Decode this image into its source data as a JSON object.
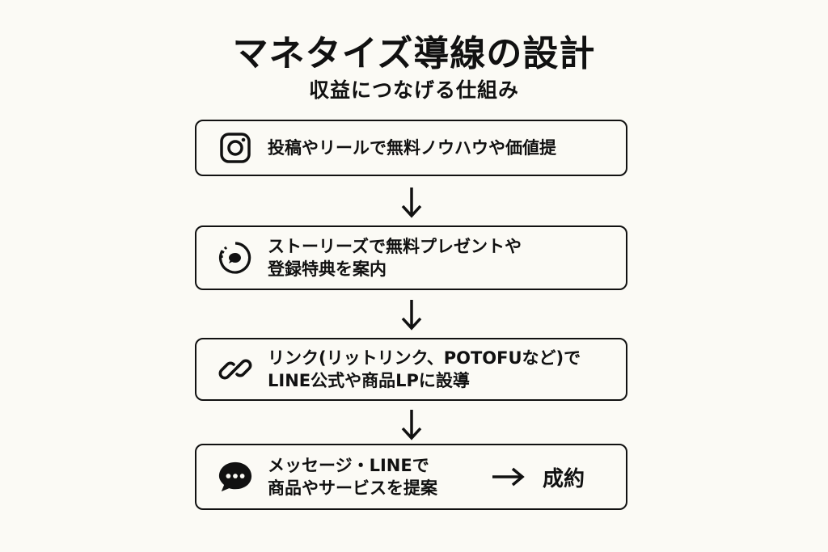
{
  "title": "マネタイズ導線の設計",
  "subtitle": "収益につなげる仕組み",
  "steps": [
    {
      "icon": "instagram-icon",
      "lines": [
        "投稿やリールで無料ノウハウや価値提"
      ]
    },
    {
      "icon": "story-icon",
      "lines": [
        "ストーリーズで無料プレゼントや",
        "登録特典を案内"
      ]
    },
    {
      "icon": "link-icon",
      "lines": [
        "リンク(リットリンク、POTOFUなど)で",
        "LINE公式や商品LPに設導"
      ]
    },
    {
      "icon": "chat-bubble-icon",
      "lines": [
        "メッセージ・LINEで",
        "商品やサービスを提案"
      ]
    }
  ],
  "result": {
    "label": "成約",
    "icon": "right-arrow-icon"
  },
  "colors": {
    "background": "#fbfaf5",
    "ink": "#111111"
  }
}
